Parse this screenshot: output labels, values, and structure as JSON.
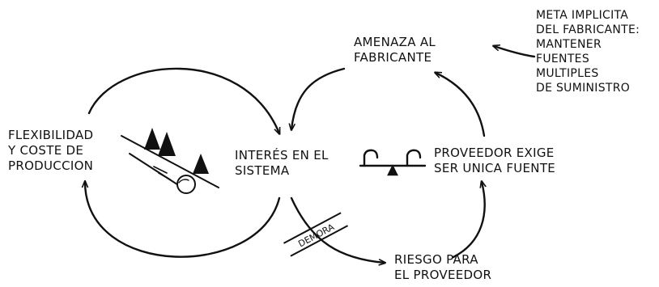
{
  "diagram": {
    "left_node": {
      "lines": [
        "FLEXIBILIDAD",
        "Y COSTE DE",
        "PRODUCCION"
      ]
    },
    "center_node": {
      "lines": [
        "INTERÉS EN EL",
        "SISTEMA"
      ]
    },
    "right_node": {
      "lines": [
        "PROVEEDOR EXIGE",
        "SER UNICA FUENTE"
      ]
    },
    "top_node": {
      "lines": [
        "AMENAZA AL",
        "FABRICANTE"
      ]
    },
    "bottom_node": {
      "lines": [
        "RIESGO PARA",
        "EL PROVEEDOR"
      ]
    },
    "goal_note": {
      "lines": [
        "META IMPLICITA",
        "DEL FABRICANTE:",
        "MANTENER",
        "FUENTES",
        "MULTIPLES",
        "DE SUMINISTRO"
      ]
    },
    "delay_label": "DEMORA",
    "colors": {
      "ink": "#111111",
      "background": "#ffffff"
    },
    "icons": [
      "snowball-icon",
      "balance-scale-icon"
    ]
  }
}
